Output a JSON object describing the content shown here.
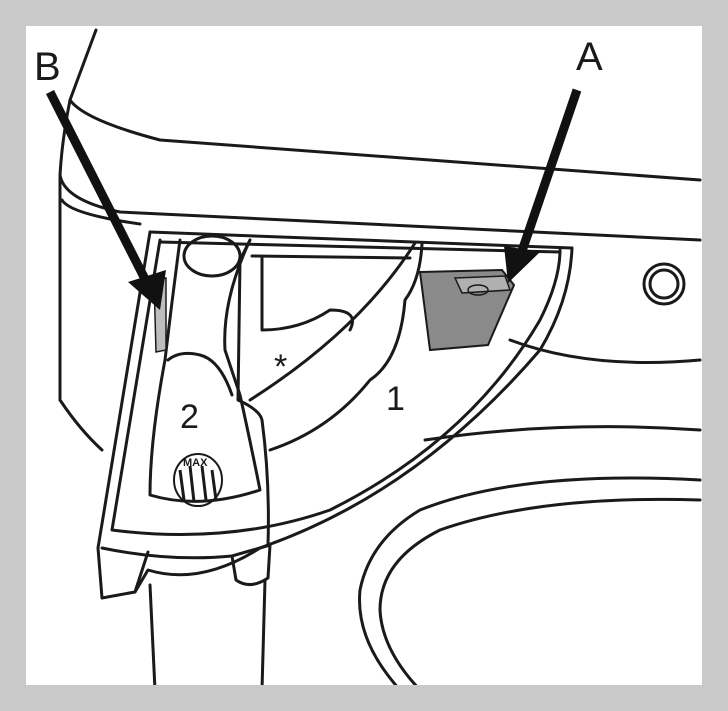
{
  "labels": {
    "A": "A",
    "B": "B",
    "compartment_1": "1",
    "compartment_2": "2",
    "asterisk": "*",
    "max_mark": "MAX"
  },
  "colors": {
    "frame": "#c9c9c9",
    "line": "#1a1a1a",
    "insert_gray": "#8a8a8a",
    "tab_gray": "#bdbdbd"
  },
  "icons": {
    "arrow_a": "arrow-down-left-icon",
    "arrow_b": "arrow-down-right-icon"
  }
}
